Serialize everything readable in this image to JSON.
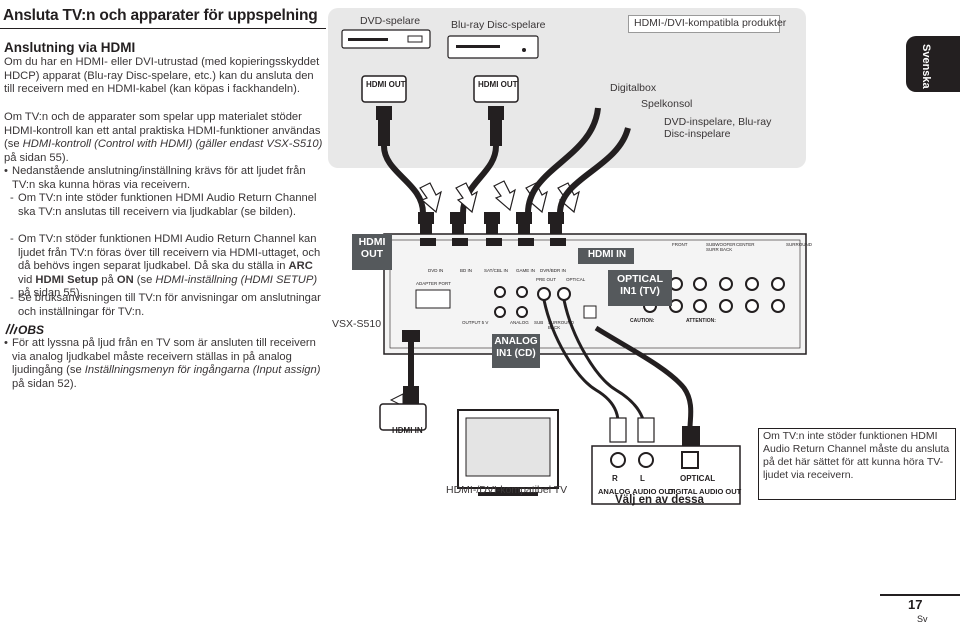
{
  "header": {
    "title": "Ansluta TV:n och apparater för uppspelning"
  },
  "text": {
    "section_heading": "Anslutning via HDMI",
    "p1": "Om du har en HDMI- eller DVI-utrustad (med kopieringsskyddet HDCP) apparat (Blu-ray Disc-spelare, etc.) kan du ansluta den till receivern med en HDMI-kabel (kan köpas i fackhandeln).",
    "p2_a": "Om TV:n och de apparater som spelar upp materialet stöder HDMI-kontroll kan ett antal praktiska HDMI-funktioner användas (se ",
    "p2_italic": "HDMI-kontroll (Control with HDMI) (gäller endast VSX-S510)",
    "p2_b": " på sidan 55).",
    "bullet1": "Nedanstående anslutning/inställning krävs för att ljudet från TV:n ska kunna höras via receivern.",
    "dash1": "Om TV:n inte stöder funktionen HDMI Audio Return Channel ska TV:n anslutas till receivern via ljudkablar (se bilden).",
    "dash2_a": "Om TV:n stöder funktionen HDMI Audio Return Channel kan ljudet från TV:n föras över till receivern via HDMI-uttaget, och då behövs ingen separat ljudkabel. Då ska du ställa in ",
    "dash2_arc": "ARC",
    "dash2_b": " vid ",
    "dash2_setup": "HDMI Setup",
    "dash2_c": " på ",
    "dash2_on": "ON",
    "dash2_d": " (se ",
    "dash2_italic": "HDMI-inställning (HDMI SETUP)",
    "dash2_e": " på sidan 55).",
    "dash3": "Se bruksanvisningen till TV:n för anvisningar om anslutningar och inställningar för TV:n.",
    "obs_heading": "OBS",
    "obs_a": "För att lyssna på ljud från en TV som är ansluten till receivern via analog ljudkabel måste receivern ställas in på analog ljudingång (se ",
    "obs_italic": "Inställningsmenyn för ingångarna (Input assign)",
    "obs_b": " på sidan 52)."
  },
  "diagram": {
    "dvd_label": "DVD-spelare",
    "bluray_label": "Blu-ray Disc-spelare",
    "hdmi_products_label": "HDMI-/DVI-kompatibla produkter",
    "digitalbox": "Digitalbox",
    "spelkonsol": "Spelkonsol",
    "dvd_bluray_recorder": "DVD-inspelare, Blu-ray Disc-inspelare",
    "hdmi_out": "HDMI OUT",
    "receiver_hdmi_out": "HDMI OUT",
    "hdmi_in_box": "HDMI IN",
    "optical_in": "OPTICAL IN1 (TV)",
    "analog_in": "ANALOG IN1 (CD)",
    "model": "VSX-S510",
    "tv_hdmi_in": "HDMI IN",
    "tv_label": "HDMI-/DVI-kompatibel TV",
    "tv_r": "R",
    "tv_l": "L",
    "tv_optical": "OPTICAL",
    "analog_audio_out": "ANALOG AUDIO OUT",
    "digital_audio_out": "DIGITAL AUDIO OUT",
    "choose_one": "Välj en av dessa",
    "arc_note": "Om TV:n inte stöder funktionen HDMI Audio Return Channel måste du ansluta på det här sättet för att kunna höra TV-ljudet via receivern.",
    "rear_labels": [
      "DVD IN",
      "BD IN",
      "SAT/CBL IN",
      "GAME IN",
      "DVR/BDR IN"
    ],
    "front": "FRONT",
    "center": "CENTER",
    "surround": "SURROUND",
    "subwoofer": "SUBWOOFER SURR BACK",
    "caution": "CAUTION:",
    "attention": "ATTENTION:",
    "adapter_port": "ADAPTER PORT",
    "optical_small": "OPTICAL",
    "preout": "PRE OUT",
    "output": "OUTPUT 5 V",
    "analog_small": "ANALOG",
    "sub": "SUB",
    "surr_back": "SURROUND BACK"
  },
  "footer": {
    "lang_tab": "Svenska",
    "page_number": "17",
    "page_lang": "Sv"
  },
  "colors": {
    "text": "#231f20",
    "panel": "#e8e8e8",
    "dark_box": "#55595c"
  }
}
